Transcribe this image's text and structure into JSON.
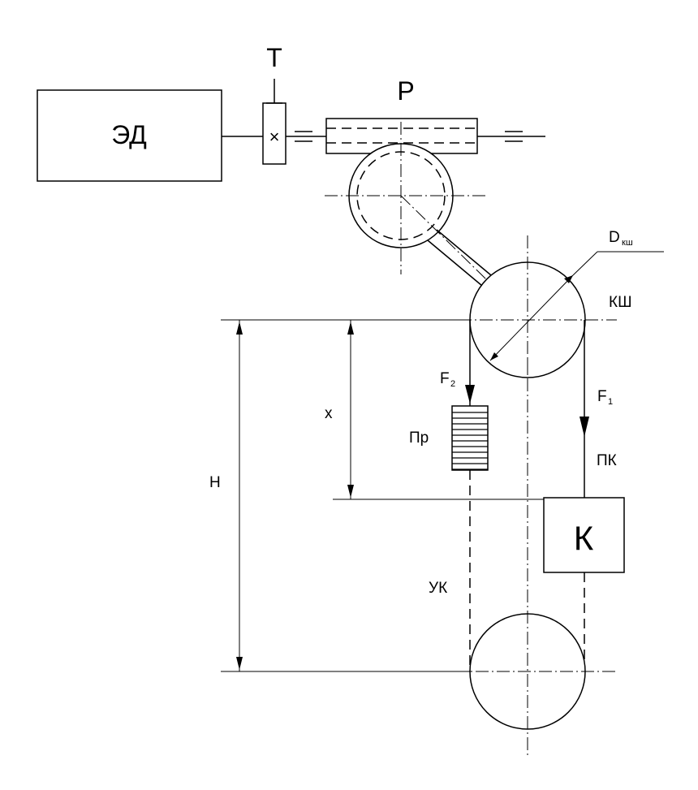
{
  "labels": {
    "motor": "ЭД",
    "brake": "Т",
    "reducer": "Р",
    "sheave_diameter": "D",
    "sheave_diameter_sub": "кш",
    "sheave": "КШ",
    "force_1": "F",
    "force_1_sub": "1",
    "force_2": "F",
    "force_2_sub": "2",
    "distance_x": "x",
    "height": "H",
    "counterweight": "Пр",
    "cabin_rope": "ПК",
    "cabin": "К",
    "balance_rope": "УК",
    "coupling_mark": "×"
  }
}
